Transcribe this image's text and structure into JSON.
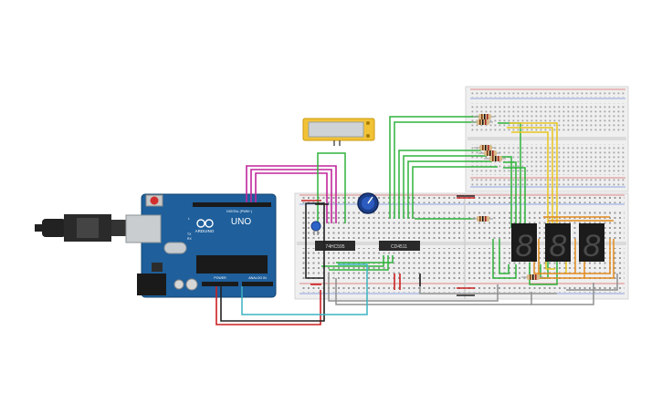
{
  "arduino": {
    "model": "UNO",
    "brand": "ARDUINO",
    "header_digital": "DIGITAL (PWM~)",
    "header_power": "POWER",
    "header_analog": "ANALOG IN",
    "tx_label": "TX",
    "rx_label": "RX",
    "l_label": "L"
  },
  "chips": {
    "shift_register": "74HC595",
    "decoder": "CD4511"
  },
  "colors": {
    "board": "#1e5f9c",
    "breadboard": "#eeeeee",
    "wire_pink": "#c0269b",
    "wire_green": "#2fb33b",
    "wire_yellow": "#e8c51c",
    "wire_orange": "#e48b1c",
    "wire_gray": "#8f8f8f",
    "wire_red": "#cc2020",
    "wire_black": "#222222",
    "wire_teal": "#3bb4c0",
    "display_off": "#1b1b1b",
    "segment": "#3a3a3a"
  },
  "displays": {
    "count": 3,
    "digit_glyph": "8"
  },
  "icons": [
    "usb-cable-icon",
    "potentiometer-icon",
    "resistor-icon",
    "capacitor-icon",
    "lcd-icon",
    "seven-segment-icon"
  ]
}
